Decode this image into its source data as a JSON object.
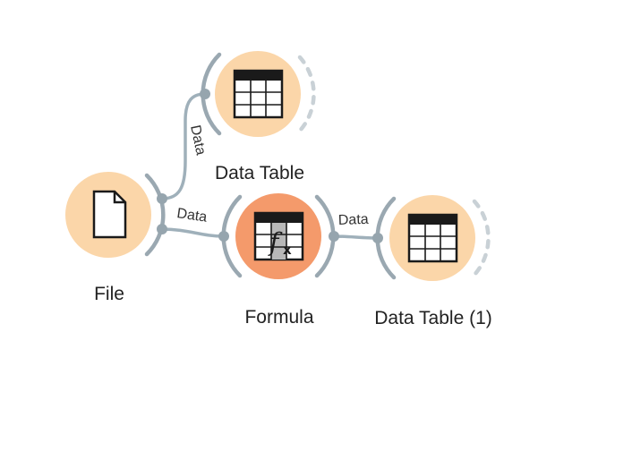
{
  "canvas": {
    "nodes": [
      {
        "id": "file",
        "label": "File",
        "icon": "file-icon"
      },
      {
        "id": "data_table",
        "label": "Data Table",
        "icon": "table-icon"
      },
      {
        "id": "formula",
        "label": "Formula",
        "icon": "formula-icon"
      },
      {
        "id": "data_table_1",
        "label": "Data Table (1)",
        "icon": "table-icon"
      }
    ],
    "links": [
      {
        "from": "file",
        "to": "data_table",
        "label": "Data"
      },
      {
        "from": "file",
        "to": "formula",
        "label": "Data"
      },
      {
        "from": "formula",
        "to": "data_table_1",
        "label": "Data"
      }
    ]
  },
  "colors": {
    "node_fill": "#fbd6a9",
    "node_selected_fill": "#f49a6b",
    "link_stroke": "#9fb0ba",
    "anchor_stroke": "#9aa8b1"
  }
}
